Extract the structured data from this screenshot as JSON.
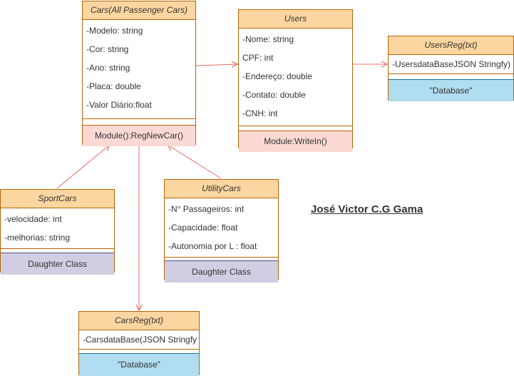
{
  "colors": {
    "header_fill": "#fcd6a0",
    "border": "#b46504",
    "method_fill": "#fad9d5",
    "database_fill": "#b1ddf0",
    "daughter_fill": "#d0cee2",
    "arrow": "#ea6b66"
  },
  "classes": {
    "cars": {
      "title": "Cars(All Passenger Cars)",
      "attributes": [
        "-Modelo: string",
        "-Cor: string",
        "-Ano: string",
        "-Placa: double",
        "-Valor Diário:float"
      ],
      "method": "Module():RegNewCar()"
    },
    "users": {
      "title": "Users",
      "attributes": [
        "-Nome: string",
        "CPF: int",
        "-Endereço: double",
        "-Contato: double",
        "-CNH: int"
      ],
      "method": "Module:WriteIn()"
    },
    "users_reg": {
      "title": "UsersReg(txt)",
      "attributes": [
        "-UsersdataBaseJSON Stringfy)"
      ],
      "method": "\"Database\""
    },
    "sport_cars": {
      "title": "SportCars",
      "attributes": [
        "-velocidade: int",
        "-melhorias: string"
      ],
      "method": "Daughter Class"
    },
    "utility_cars": {
      "title": "UtilityCars",
      "attributes": [
        "-N° Passageiros: int",
        "-Capacidade: float",
        "-Autonomia por L : float"
      ],
      "method": "Daughter Class"
    },
    "cars_reg": {
      "title": "CarsReg(txt)",
      "attributes": [
        "-CarsdataBase(JSON Stringfy"
      ],
      "method": "\"Database\""
    }
  },
  "author": "José Victor C.G Gama"
}
